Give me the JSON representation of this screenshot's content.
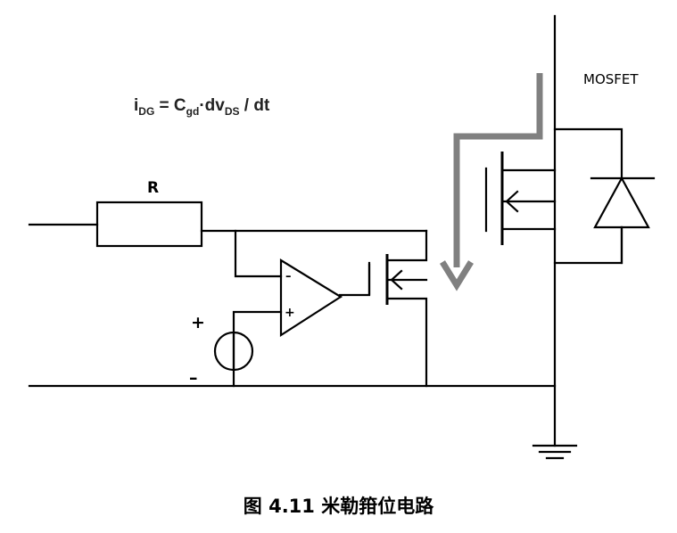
{
  "labels": {
    "resistor": "R",
    "mosfet": "MOSFET",
    "plus_source": "+",
    "minus_source": "–",
    "opamp_minus": "–",
    "opamp_plus": "+"
  },
  "formula": {
    "i": "i",
    "i_sub": "DG",
    "eq": " = C",
    "c_sub": "gd",
    "dv": "·dv",
    "dv_sub": "DS",
    "tail": " / dt"
  },
  "caption": "图 4.11  米勒箝位电路",
  "colors": {
    "wire": "#000000",
    "current_arrow": "#808080"
  }
}
